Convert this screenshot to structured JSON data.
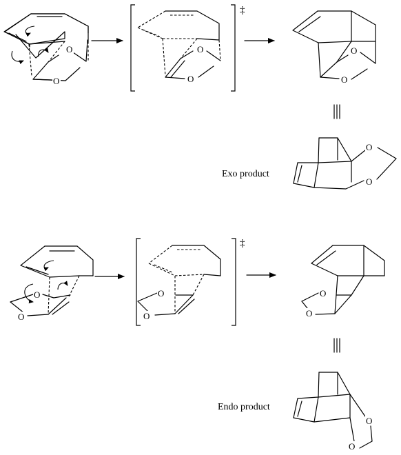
{
  "labels": {
    "exo_product": "Exo product",
    "endo_product": "Endo product",
    "transition_state_symbol": "‡"
  },
  "atoms": {
    "oxygen": "O"
  }
}
